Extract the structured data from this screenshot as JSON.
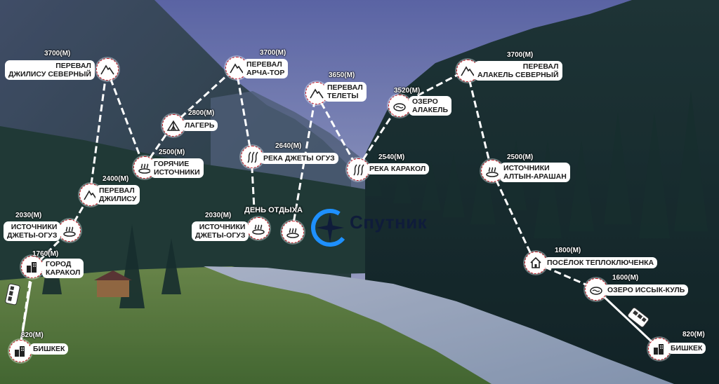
{
  "brand": {
    "name": "Спутник"
  },
  "colors": {
    "route_line": "#ffffff",
    "node_border": "#d0202a",
    "accent": "#1e90ff"
  },
  "markers": {
    "rest_day": "ДЕНЬ ОТДЫХА"
  },
  "points": {
    "bishkek_start": {
      "elev": "820(М)",
      "label": [
        "БИШКЕК"
      ],
      "icon": "city-icon"
    },
    "karakol": {
      "elev": "1760(М)",
      "label": [
        "ГОРОД",
        "КАРАКОЛ"
      ],
      "icon": "city-icon"
    },
    "jeti_oguz_1": {
      "elev": "2030(М)",
      "label": [
        "ИСТОЧНИКИ",
        "ДЖЕТЫ-ОГУЗ"
      ],
      "icon": "hot-spring-icon"
    },
    "djilisu_pass": {
      "elev": "2400(М)",
      "label": [
        "ПЕРЕВАЛ",
        "ДЖИЛИСУ"
      ],
      "icon": "mountain-icon"
    },
    "hot_springs": {
      "elev": "2500(М)",
      "label": [
        "ГОРЯЧИЕ",
        "ИСТОЧНИКИ"
      ],
      "icon": "hot-spring-icon"
    },
    "djilisu_north_pass": {
      "elev": "3700(М)",
      "label": [
        "ПЕРЕВАЛ",
        "ДЖИЛИСУ СЕВЕРНЫЙ"
      ],
      "icon": "mountain-icon"
    },
    "camp": {
      "elev": "2800(М)",
      "label": [
        "ЛАГЕРЬ"
      ],
      "icon": "tent-icon"
    },
    "archa_tor_pass": {
      "elev": "3700(М)",
      "label": [
        "ПЕРЕВАЛ",
        "АРЧА-ТОР"
      ],
      "icon": "mountain-icon"
    },
    "jeti_oguz_river": {
      "elev": "2640(М)",
      "label": [
        "РЕКА ДЖЕТЫ ОГУЗ"
      ],
      "icon": "river-icon"
    },
    "jeti_oguz_2": {
      "elev": "2030(М)",
      "label": [
        "ИСТОЧНИКИ",
        "ДЖЕТЫ-ОГУЗ"
      ],
      "icon": "hot-spring-icon"
    },
    "teleti_pass": {
      "elev": "3650(М)",
      "label": [
        "ПЕРЕВАЛ",
        "ТЕЛЕТЫ"
      ],
      "icon": "mountain-icon"
    },
    "karakol_river": {
      "elev": "2540(М)",
      "label": [
        "РЕКА КАРАКОЛ"
      ],
      "icon": "river-icon"
    },
    "alakel_lake": {
      "elev": "3520(М)",
      "label": [
        "ОЗЕРО",
        "АЛАКЕЛЬ"
      ],
      "icon": "lake-icon"
    },
    "alakel_north_pass": {
      "elev": "3700(М)",
      "label": [
        "ПЕРЕВАЛ",
        "АЛАКЕЛЬ СЕВЕРНЫЙ"
      ],
      "icon": "mountain-icon"
    },
    "altyn_arashan": {
      "elev": "2500(М)",
      "label": [
        "ИСТОЧНИКИ",
        "АЛТЫН-АРАШАН"
      ],
      "icon": "hot-spring-icon"
    },
    "teploklyuchenka": {
      "elev": "1800(М)",
      "label": [
        "ПОСЁЛОК ТЕПЛОКЛЮЧЕНКА"
      ],
      "icon": "house-icon"
    },
    "issyk_kul": {
      "elev": "1600(М)",
      "label": [
        "ОЗЕРО ИССЫК-КУЛЬ"
      ],
      "icon": "lake-icon"
    },
    "bishkek_end": {
      "elev": "820(М)",
      "label": [
        "БИШКЕК"
      ],
      "icon": "city-icon"
    }
  }
}
